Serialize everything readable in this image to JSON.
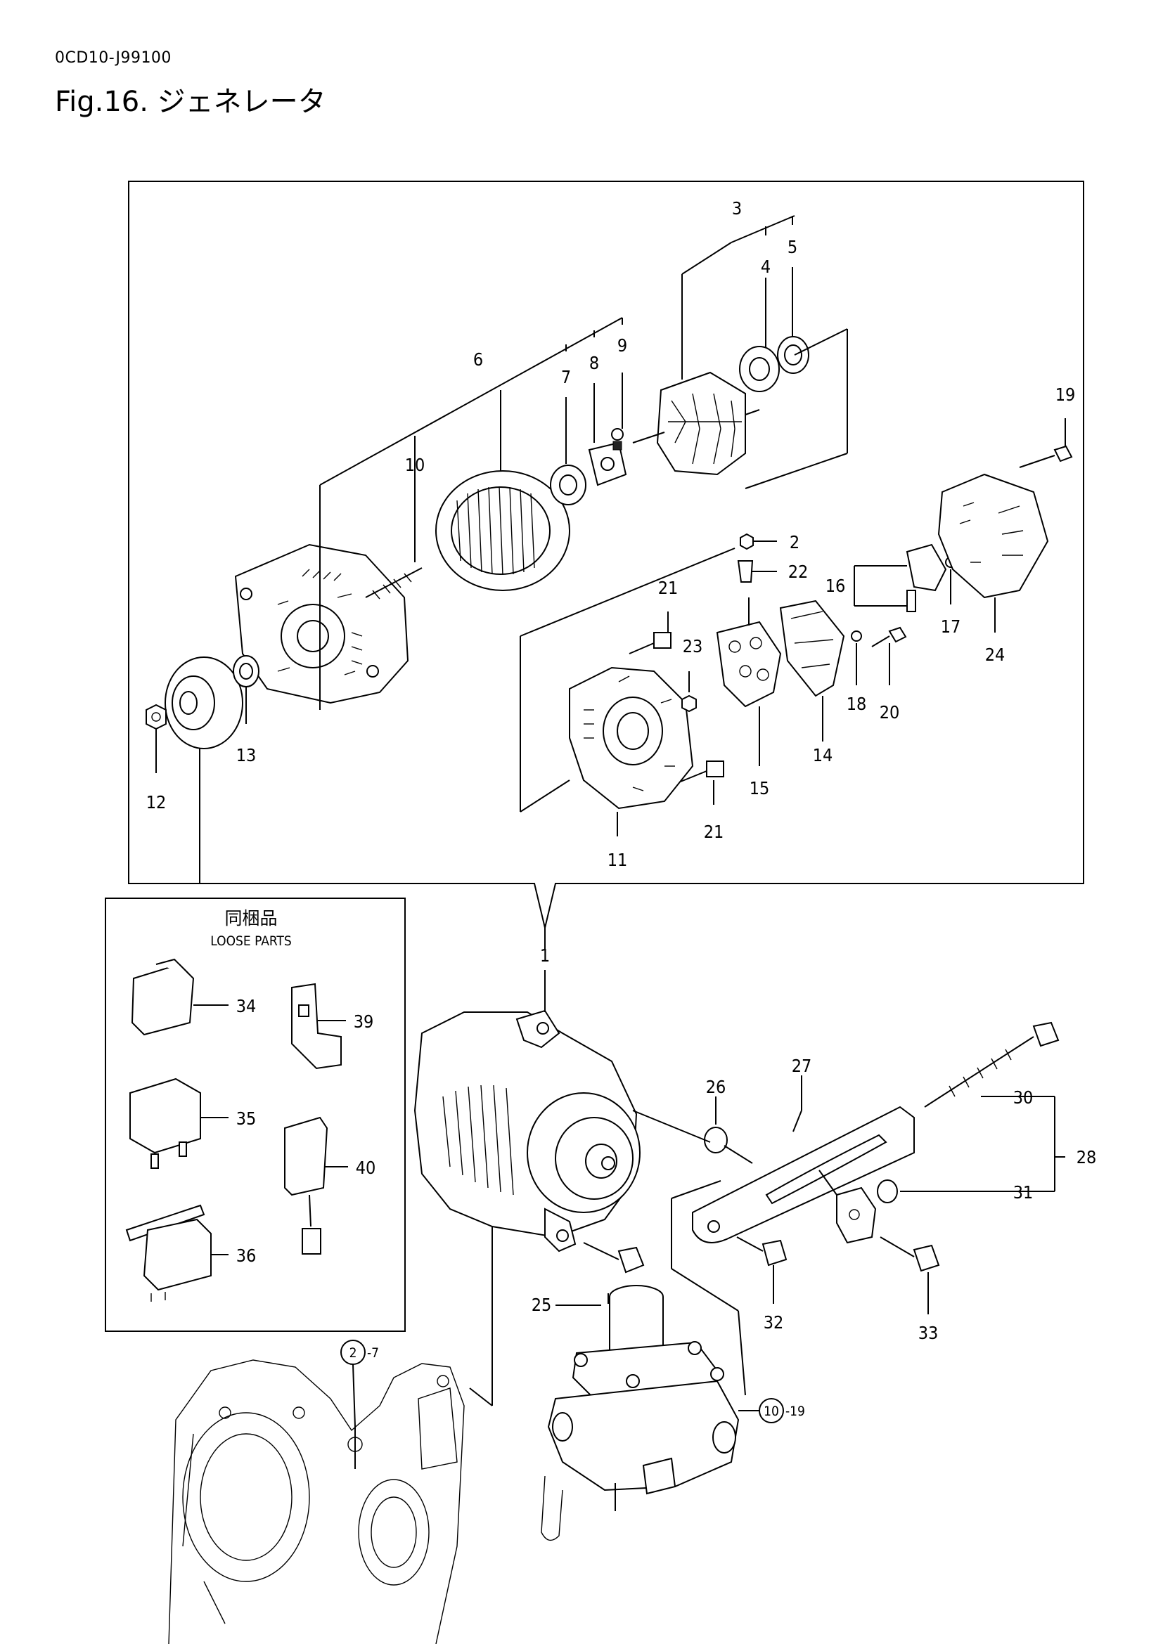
{
  "document": {
    "code": "0CD10-J99100",
    "title": "Fig.16.  ジェネレータ"
  },
  "loose_parts": {
    "title_jp": "同梱品",
    "title_en": "LOOSE PARTS"
  },
  "callouts": [
    {
      "id": "c1",
      "text": "1"
    },
    {
      "id": "c2",
      "text": "2"
    },
    {
      "id": "c3",
      "text": "3"
    },
    {
      "id": "c4",
      "text": "4"
    },
    {
      "id": "c5",
      "text": "5"
    },
    {
      "id": "c6",
      "text": "6"
    },
    {
      "id": "c7",
      "text": "7"
    },
    {
      "id": "c8",
      "text": "8"
    },
    {
      "id": "c9",
      "text": "9"
    },
    {
      "id": "c10",
      "text": "10"
    },
    {
      "id": "c11",
      "text": "11"
    },
    {
      "id": "c12",
      "text": "12"
    },
    {
      "id": "c13",
      "text": "13"
    },
    {
      "id": "c14",
      "text": "14"
    },
    {
      "id": "c15",
      "text": "15"
    },
    {
      "id": "c16",
      "text": "16"
    },
    {
      "id": "c17",
      "text": "17"
    },
    {
      "id": "c18",
      "text": "18"
    },
    {
      "id": "c19",
      "text": "19"
    },
    {
      "id": "c20",
      "text": "20"
    },
    {
      "id": "c21a",
      "text": "21"
    },
    {
      "id": "c21b",
      "text": "21"
    },
    {
      "id": "c22",
      "text": "22"
    },
    {
      "id": "c23",
      "text": "23"
    },
    {
      "id": "c24",
      "text": "24"
    },
    {
      "id": "c25",
      "text": "25"
    },
    {
      "id": "c26",
      "text": "26"
    },
    {
      "id": "c27",
      "text": "27"
    },
    {
      "id": "c28",
      "text": "28"
    },
    {
      "id": "c30",
      "text": "30"
    },
    {
      "id": "c31",
      "text": "31"
    },
    {
      "id": "c32",
      "text": "32"
    },
    {
      "id": "c33",
      "text": "33"
    },
    {
      "id": "c34",
      "text": "34"
    },
    {
      "id": "c35",
      "text": "35"
    },
    {
      "id": "c36",
      "text": "36"
    },
    {
      "id": "c39",
      "text": "39"
    },
    {
      "id": "c40",
      "text": "40"
    }
  ],
  "references": [
    {
      "id": "r1",
      "circle": "2",
      "suffix": "-7"
    },
    {
      "id": "r2",
      "circle": "10",
      "suffix": "-19"
    }
  ]
}
